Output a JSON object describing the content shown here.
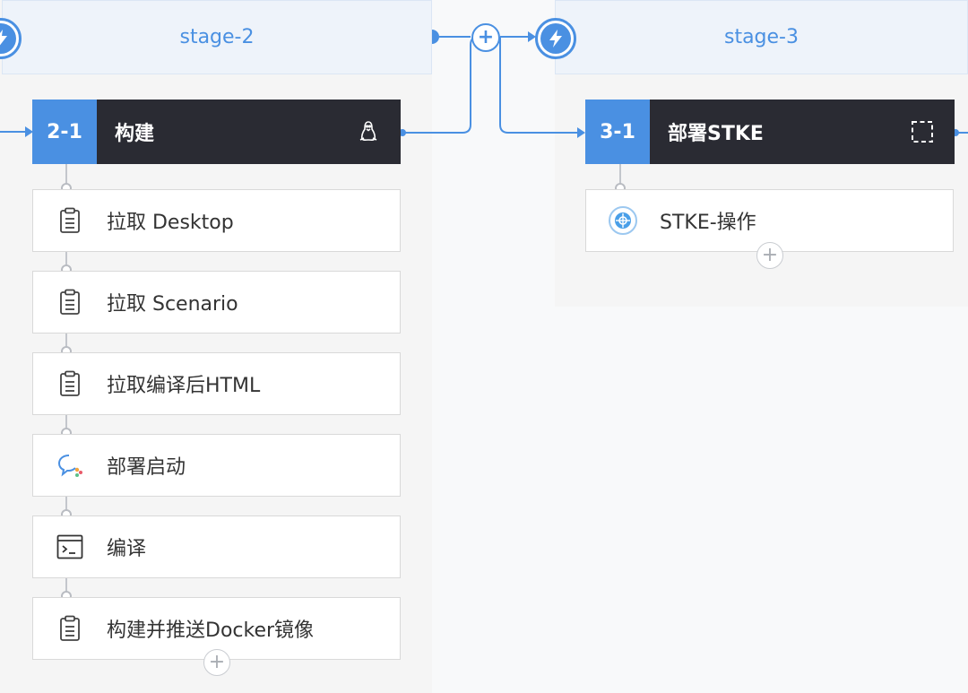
{
  "stages": [
    {
      "label": "stage-2"
    },
    {
      "label": "stage-3"
    }
  ],
  "stage2_job": {
    "number": "2-1",
    "title": "构建",
    "icon": "linux-icon",
    "steps": [
      {
        "label": "拉取 Desktop",
        "icon": "clipboard-icon"
      },
      {
        "label": "拉取 Scenario",
        "icon": "clipboard-icon"
      },
      {
        "label": "拉取编译后HTML",
        "icon": "clipboard-icon"
      },
      {
        "label": "部署启动",
        "icon": "chat-icon"
      },
      {
        "label": "编译",
        "icon": "terminal-icon"
      },
      {
        "label": "构建并推送Docker镜像",
        "icon": "clipboard-icon"
      }
    ],
    "add_symbol": "+"
  },
  "stage3_job": {
    "number": "3-1",
    "title": "部署STKE",
    "icon": "dashed-square-icon",
    "steps": [
      {
        "label": "STKE-操作",
        "icon": "stke-icon"
      }
    ],
    "add_symbol": "+"
  },
  "connector_add_symbol": "+",
  "colors": {
    "accent": "#4a90e2",
    "job_header": "#2a2b33"
  }
}
